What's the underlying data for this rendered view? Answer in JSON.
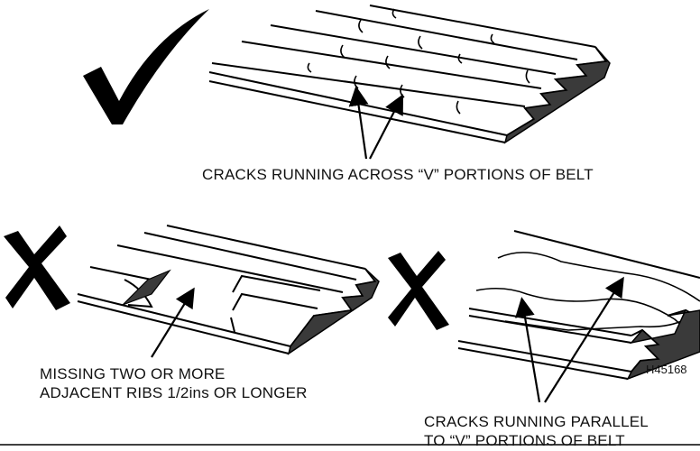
{
  "panels": [
    {
      "verdict": "acceptable",
      "mark_icon": "checkmark-icon",
      "caption_lines": [
        "CRACKS RUNNING ACROSS “V” PORTIONS OF BELT"
      ]
    },
    {
      "verdict": "replace",
      "mark_icon": "x-mark-icon",
      "caption_lines": [
        "MISSING TWO OR MORE",
        "ADJACENT RIBS 1/2ins OR LONGER"
      ]
    },
    {
      "verdict": "replace",
      "mark_icon": "x-mark-icon",
      "caption_lines": [
        "CRACKS RUNNING PARALLEL",
        "TO “V” PORTIONS OF BELT"
      ]
    }
  ],
  "figure_id": "H45168",
  "colors": {
    "ink": "#000000",
    "shade": "#3a3a3a",
    "paper": "#ffffff"
  }
}
